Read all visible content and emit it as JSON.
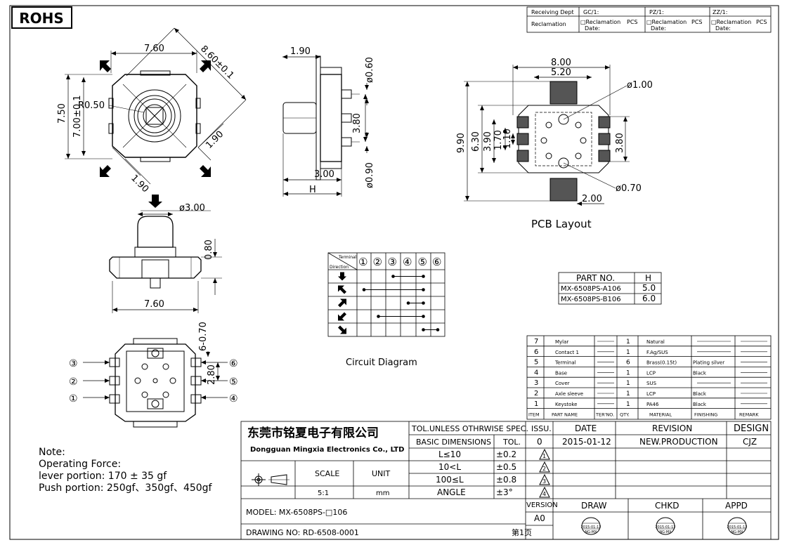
{
  "rohs": "ROHS",
  "header": {
    "receiving_dept": "Receiving Dept",
    "reclamation": "Reclamation",
    "cols": [
      {
        "name": "GC/1:",
        "opt1": "□Reclamation",
        "opt2": "PCS",
        "opt3": "Date:"
      },
      {
        "name": "PZ/1:",
        "opt1": "□Reclamation",
        "opt2": "PCS",
        "opt3": "Date:"
      },
      {
        "name": "ZZ/1:",
        "opt1": "□Reclamation",
        "opt2": "PCS",
        "opt3": "Date:"
      }
    ]
  },
  "top_view": {
    "d_760": "7.60",
    "d_860": "8.60±0.1",
    "d_750": "7.50",
    "d_700": "7.00±0.1",
    "r050": "R0.50",
    "d_190a": "1.90",
    "d_190b": "1.90"
  },
  "side_view": {
    "d_190": "1.90",
    "d_060": "ø0.60",
    "d_380": "3.80",
    "d_300": "3.00",
    "d_h": "H",
    "d_090": "ø0.90"
  },
  "front_view": {
    "d_300": "ø3.00",
    "d_080": "0.80",
    "d_760": "7.60"
  },
  "bottom_view": {
    "d_6070": "6-0.70",
    "d_280": "2.80",
    "pins_left": [
      "③",
      "②",
      "①"
    ],
    "pins_right": [
      "⑥",
      "⑤",
      "④"
    ]
  },
  "pcb": {
    "d_800": "8.00",
    "d_520": "5.20",
    "d_100": "ø1.00",
    "d_990": "9.90",
    "d_630": "6.30",
    "d_390": "3.90",
    "d_170": "1.70",
    "d_110": "1.10",
    "d_380": "3.80",
    "d_070": "ø0.70",
    "d_200": "2.00",
    "caption": "PCB Layout"
  },
  "circuit": {
    "hdr_terminal": "Terminal",
    "hdr_direction": "Direction",
    "terminals": [
      "①",
      "②",
      "③",
      "④",
      "⑤",
      "⑥"
    ],
    "rows": [
      {
        "arrow": "down",
        "dots": [
          3,
          5
        ],
        "span": [
          3,
          5
        ]
      },
      {
        "arrow": "nw",
        "dots": [
          1,
          5
        ],
        "span": [
          1,
          5
        ]
      },
      {
        "arrow": "ne",
        "dots": [
          4,
          5
        ],
        "span": [
          4,
          5
        ]
      },
      {
        "arrow": "sw",
        "dots": [
          2,
          5
        ],
        "span": [
          2,
          5
        ]
      },
      {
        "arrow": "se",
        "dots": [
          5,
          6
        ],
        "span": [
          5,
          6
        ]
      }
    ],
    "caption": "Circuit Diagram"
  },
  "part_table": {
    "header": [
      "PART NO.",
      "H"
    ],
    "rows": [
      [
        "MX-6508PS-A106",
        "5.0"
      ],
      [
        "MX-6508PS-B106",
        "6.0"
      ]
    ]
  },
  "bom": {
    "rows": [
      {
        "item": "7",
        "name": "Mylar",
        "qty": "1",
        "mat": "Natural",
        "fin": ""
      },
      {
        "item": "6",
        "name": "Contact 1",
        "qty": "1",
        "mat": "F.Ag/SUS",
        "fin": ""
      },
      {
        "item": "5",
        "name": "Terminal",
        "qty": "6",
        "mat": "Brass(0.15t)",
        "fin": "Plating silver"
      },
      {
        "item": "4",
        "name": "Base",
        "qty": "1",
        "mat": "LCP",
        "fin": "Black"
      },
      {
        "item": "3",
        "name": "Cover",
        "qty": "1",
        "mat": "SUS",
        "fin": ""
      },
      {
        "item": "2",
        "name": "Axle sleeve",
        "qty": "1",
        "mat": "LCP",
        "fin": "Black"
      },
      {
        "item": "1",
        "name": "Keystoke",
        "qty": "1",
        "mat": "PA46",
        "fin": "Black"
      }
    ],
    "header": [
      "ITEM",
      "PART NAME",
      "TER'NO.",
      "QTY.",
      "MATERIAL",
      "FINISHING",
      "REMARK"
    ]
  },
  "title_block": {
    "company_cn": "东莞市铭夏电子有限公司",
    "company_en": "Dongguan Mingxia Electronics Co., LTD",
    "tol_title": "TOL.UNLESS OTHRWISE SPEC.",
    "basic_dim": "BASIC DIMENSIONS",
    "tol": "TOL.",
    "tol_rows": [
      [
        "L≤10",
        "±0.2"
      ],
      [
        "10<L",
        "±0.5"
      ],
      [
        "100≤L",
        "±0.8"
      ],
      [
        "ANGLE",
        "±3°"
      ]
    ],
    "scale_label": "SCALE",
    "scale_value": "5:1",
    "unit_label": "UNIT",
    "unit_value": "mm",
    "issu": "ISSU.",
    "date": "DATE",
    "revision": "REVISION",
    "design": "DESIGN",
    "rev_row": [
      "0",
      "2015-01-12",
      "NEW.PRODUCTION",
      "CJZ"
    ],
    "triangles": [
      "1",
      "2",
      "3",
      "4"
    ],
    "version_label": "VERSION",
    "version": "A0",
    "draw": "DRAW",
    "chkd": "CHKD",
    "appd": "APPD",
    "stamp_top": "2015-01-12",
    "stamp_bot": "NG-MX",
    "model": "MODEL:  MX-6508PS-□106",
    "drawing_no": "DRAWING NO:  RD-6508-0001",
    "page": "第1页"
  },
  "notes": {
    "title": "Note:",
    "line1": "Operating Force:",
    "line2": "lever portion: 170 ± 35 gf",
    "line3": "Push portion: 250gf、350gf、450gf"
  }
}
